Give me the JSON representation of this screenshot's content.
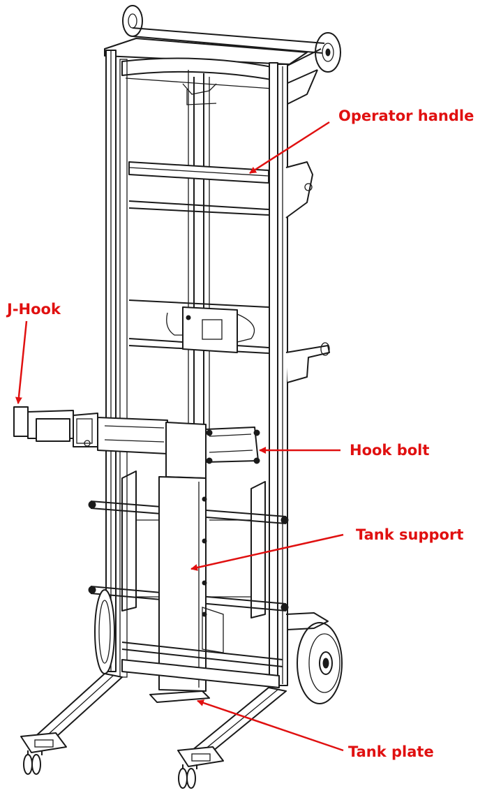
{
  "accent_color": "#e01010",
  "line_color": "#1a1a1a",
  "callouts": [
    {
      "id": "operator-handle",
      "text": "Operator handle"
    },
    {
      "id": "j-hook",
      "text": "J-Hook"
    },
    {
      "id": "hook-bolt",
      "text": "Hook bolt"
    },
    {
      "id": "tank-support",
      "text": "Tank support"
    },
    {
      "id": "tank-plate",
      "text": "Tank plate"
    }
  ]
}
